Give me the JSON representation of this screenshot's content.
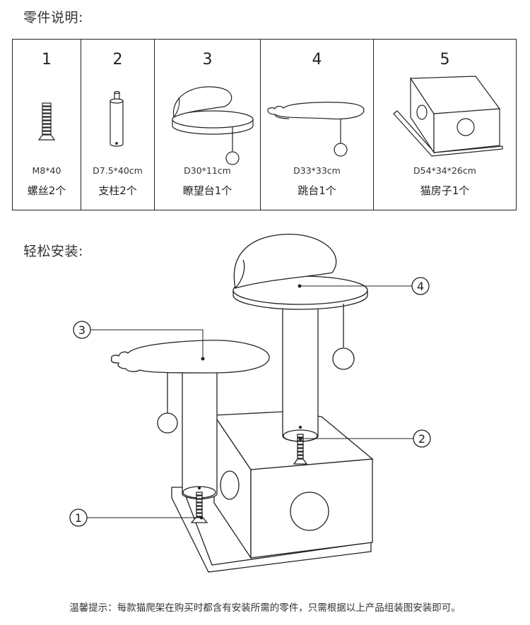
{
  "parts_heading": "零件说明:",
  "install_heading": "轻松安装:",
  "parts": [
    {
      "number": "1",
      "dimension": "M8*40",
      "name": "螺丝2个",
      "icon": "screw-icon"
    },
    {
      "number": "2",
      "dimension": "D7.5*40cm",
      "name": "支柱2个",
      "icon": "post-icon"
    },
    {
      "number": "3",
      "dimension": "D30*11cm",
      "name": "瞭望台1个",
      "icon": "lookout-platform-icon"
    },
    {
      "number": "4",
      "dimension": "D33*33cm",
      "name": "跳台1个",
      "icon": "jump-platform-icon"
    },
    {
      "number": "5",
      "dimension": "D54*34*26cm",
      "name": "猫房子1个",
      "icon": "cat-house-icon"
    }
  ],
  "callouts": [
    "1",
    "2",
    "3",
    "4"
  ],
  "tip": "温馨提示：每款猫爬架在购买时都含有安装所需的零件，只需根据以上产品组装图安装即可。",
  "colors": {
    "line": "#222222",
    "background": "#ffffff"
  }
}
